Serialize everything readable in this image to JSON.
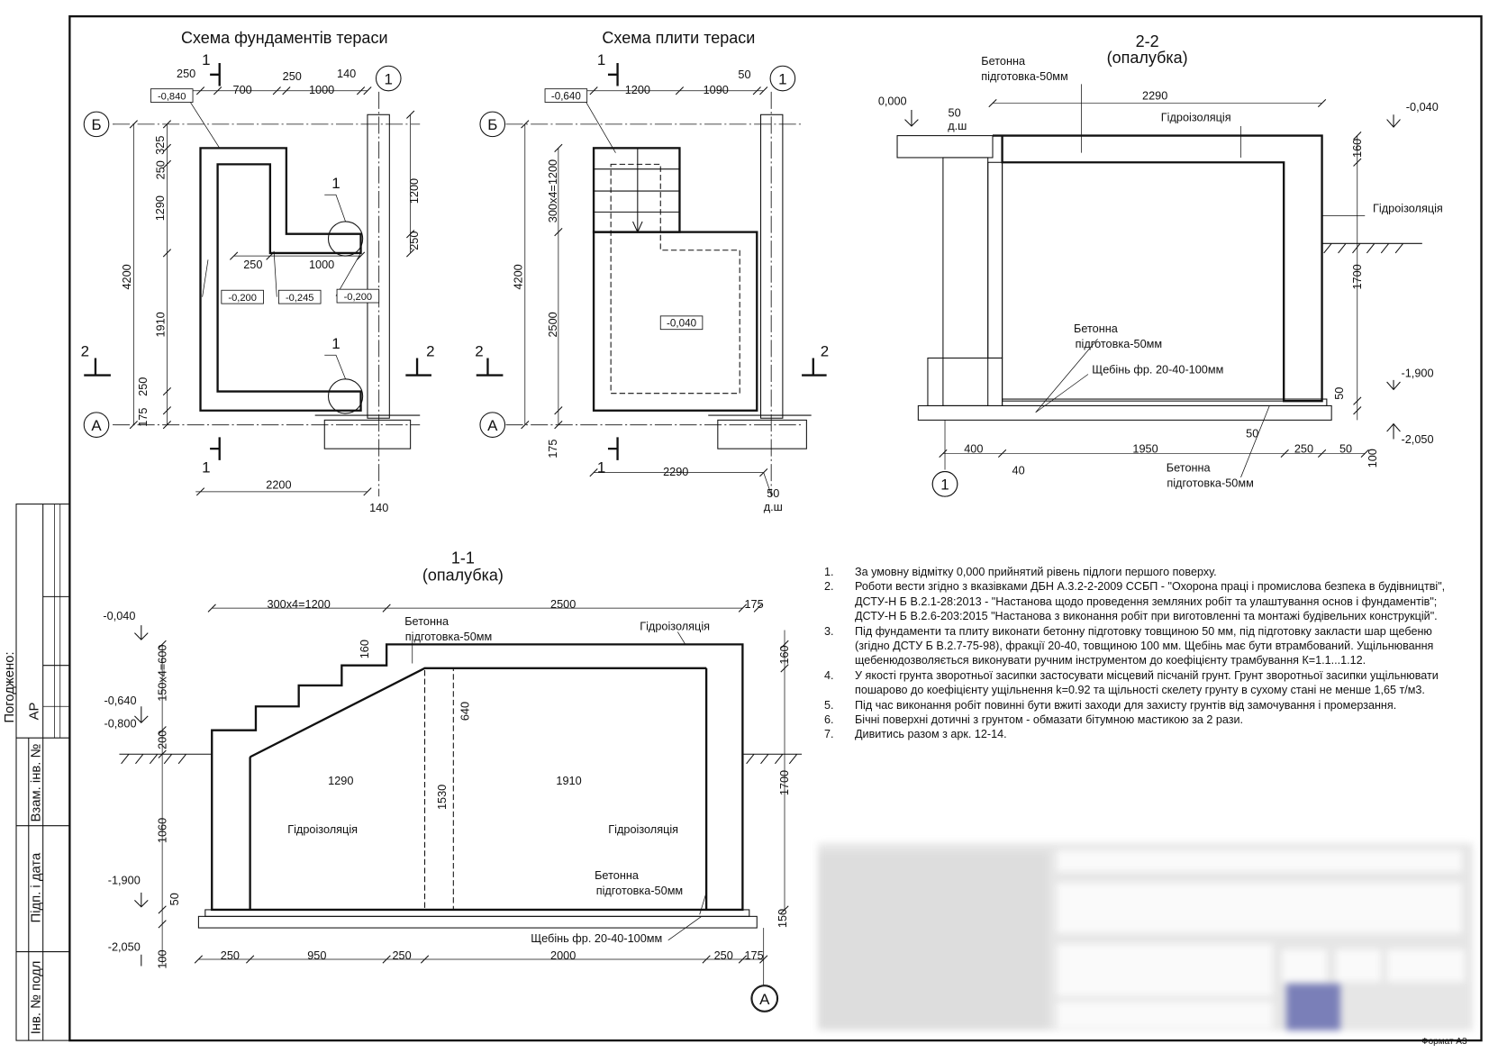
{
  "sheet": {
    "format_label": "Формат А3"
  },
  "stamp": {
    "agreed": "Погоджено:",
    "ar": "АР",
    "replace_inv": "Взам. інв. №",
    "sign_date": "Підп. і дата",
    "inv_orig": "Інв. № подл"
  },
  "pf": {
    "title": "Схема фундаментів тераси",
    "labels": [
      "250",
      "700",
      "250",
      "1000",
      "140",
      "4200",
      "250",
      "325",
      "1290",
      "1910",
      "250",
      "175",
      "1200",
      "250",
      "250",
      "1000",
      "2200",
      "140"
    ],
    "marks": [
      "-0,840",
      "-0,200",
      "-0,245",
      "-0,200"
    ],
    "axes": [
      "Б",
      "А",
      "1"
    ],
    "cuts": [
      "1",
      "1",
      "2",
      "2",
      "1",
      "1"
    ]
  },
  "ps": {
    "title": "Схема плити тераси",
    "labels": [
      "1200",
      "1090",
      "50",
      "4200",
      "300х4=1200",
      "2500",
      "175",
      "2290",
      "50",
      "д.ш"
    ],
    "marks": [
      "-0,640",
      "-0,040"
    ],
    "axes": [
      "Б",
      "А",
      "1"
    ],
    "cuts": [
      "1",
      "1",
      "2",
      "2"
    ]
  },
  "s22": {
    "title": "2-2",
    "subtitle": "(опалубка)",
    "labels": [
      "Бетонна",
      "підготовка-50мм",
      "2290",
      "Гідроізоляція",
      "-0,040",
      "0,000",
      "50",
      "д.ш",
      "160",
      "Гідроізоляція",
      "1700",
      "Бетонна",
      "підготовка-50мм",
      "Щебінь фр. 20-40-100мм",
      "-1,900",
      "50",
      "-2,050",
      "400",
      "1950",
      "50",
      "250",
      "50",
      "100",
      "40",
      "Бетонна",
      "підготовка-50мм"
    ],
    "axes": [
      "1"
    ]
  },
  "s11": {
    "title": "1-1",
    "subtitle": "(опалубка)",
    "labels": [
      "-0,040",
      "300х4=1200",
      "2500",
      "175",
      "Бетонна",
      "підготовка-50мм",
      "Гідроізоляція",
      "160",
      "160",
      "150х4=600",
      "640",
      "-0,640",
      "-0,800",
      "200",
      "1290",
      "1910",
      "1530",
      "1700",
      "1060",
      "Гідроізоляція",
      "Гідроізоляція",
      "-1,900",
      "50",
      "Бетонна",
      "підготовка-50мм",
      "150",
      "Щебінь фр. 20-40-100мм",
      "-2,050",
      "100",
      "250",
      "950",
      "250",
      "2000",
      "250",
      "175"
    ],
    "axes": [
      "А"
    ]
  },
  "notes": [
    {
      "num": "1.",
      "text": "За умовну відмітку 0,000 прийнятий рівень підлоги першого поверху."
    },
    {
      "num": "2.",
      "text": "Роботи вести згідно з вказівками  ДБН А.3.2-2-2009 ССБП  - \"Охорона праці і промислова безпека в будівництві\", ДСТУ-Н Б В.2.1-28:2013  - \"Настанова щодо проведення земляних робіт та улаштування основ і фундаментів\"; ДСТУ-Н Б В.2.6-203:2015 \"Настанова з виконання робіт при виготовленні та монтажі будівельних конструкцій\"."
    },
    {
      "num": "3.",
      "text": "Під фундаменти та плиту виконати бетонну підготовку товщиною 50 мм, під підготовку закласти шар щебеню (згідно ДСТУ Б В.2.7-75-98), фракції 20-40, товщиною 100 мм.     Щебінь має бути втрамбований. Ущільнювання щебенюдозволяється виконувати ручним інструментом  до коефіцієнту трамбування К=1.1...1.12."
    },
    {
      "num": "4.",
      "text": "У якості грунта зворотньої засипки застосувати місцевий пісчаній грунт. Грунт зворотньої засипки ущільнювати пошарово до коефіцієнту ущільнення k=0.92 та щільності скелету грунту в сухому стані не менше 1,65 т/м3."
    },
    {
      "num": "5.",
      "text": "Під час виконання робіт повинні бути вжиті заходи для захисту грунтів від замочування і промерзання."
    },
    {
      "num": "6.",
      "text": "Бічні поверхні дотичні з грунтом  - обмазати бітумною мастикою за 2 рази."
    },
    {
      "num": "7.",
      "text": "Дивитись разом з арк. 12-14."
    }
  ]
}
